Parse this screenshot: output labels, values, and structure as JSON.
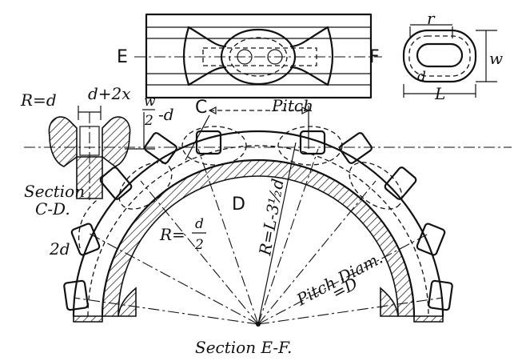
{
  "labels": {
    "e": "E",
    "f": "F",
    "r_top": "r",
    "w": "w",
    "l": "L",
    "r_eq_d": "R=d",
    "d_plus_2x": "d+2x",
    "w_over_2_num": "w",
    "w_over_2_den": "2",
    "minus_d": "-d",
    "c": "C",
    "pitch": "Pitch",
    "section_cd_1": "Section",
    "section_cd_2": "C-D.",
    "two_d": "2d",
    "r_d2_prefix": "R=",
    "r_d2_num": "d",
    "r_d2_den": "2",
    "d_center": "D",
    "r_l": "R=L-3½d",
    "pitch_diam": "Pitch Diam.",
    "eq_d": "=D",
    "section_ef": "Section E-F."
  }
}
